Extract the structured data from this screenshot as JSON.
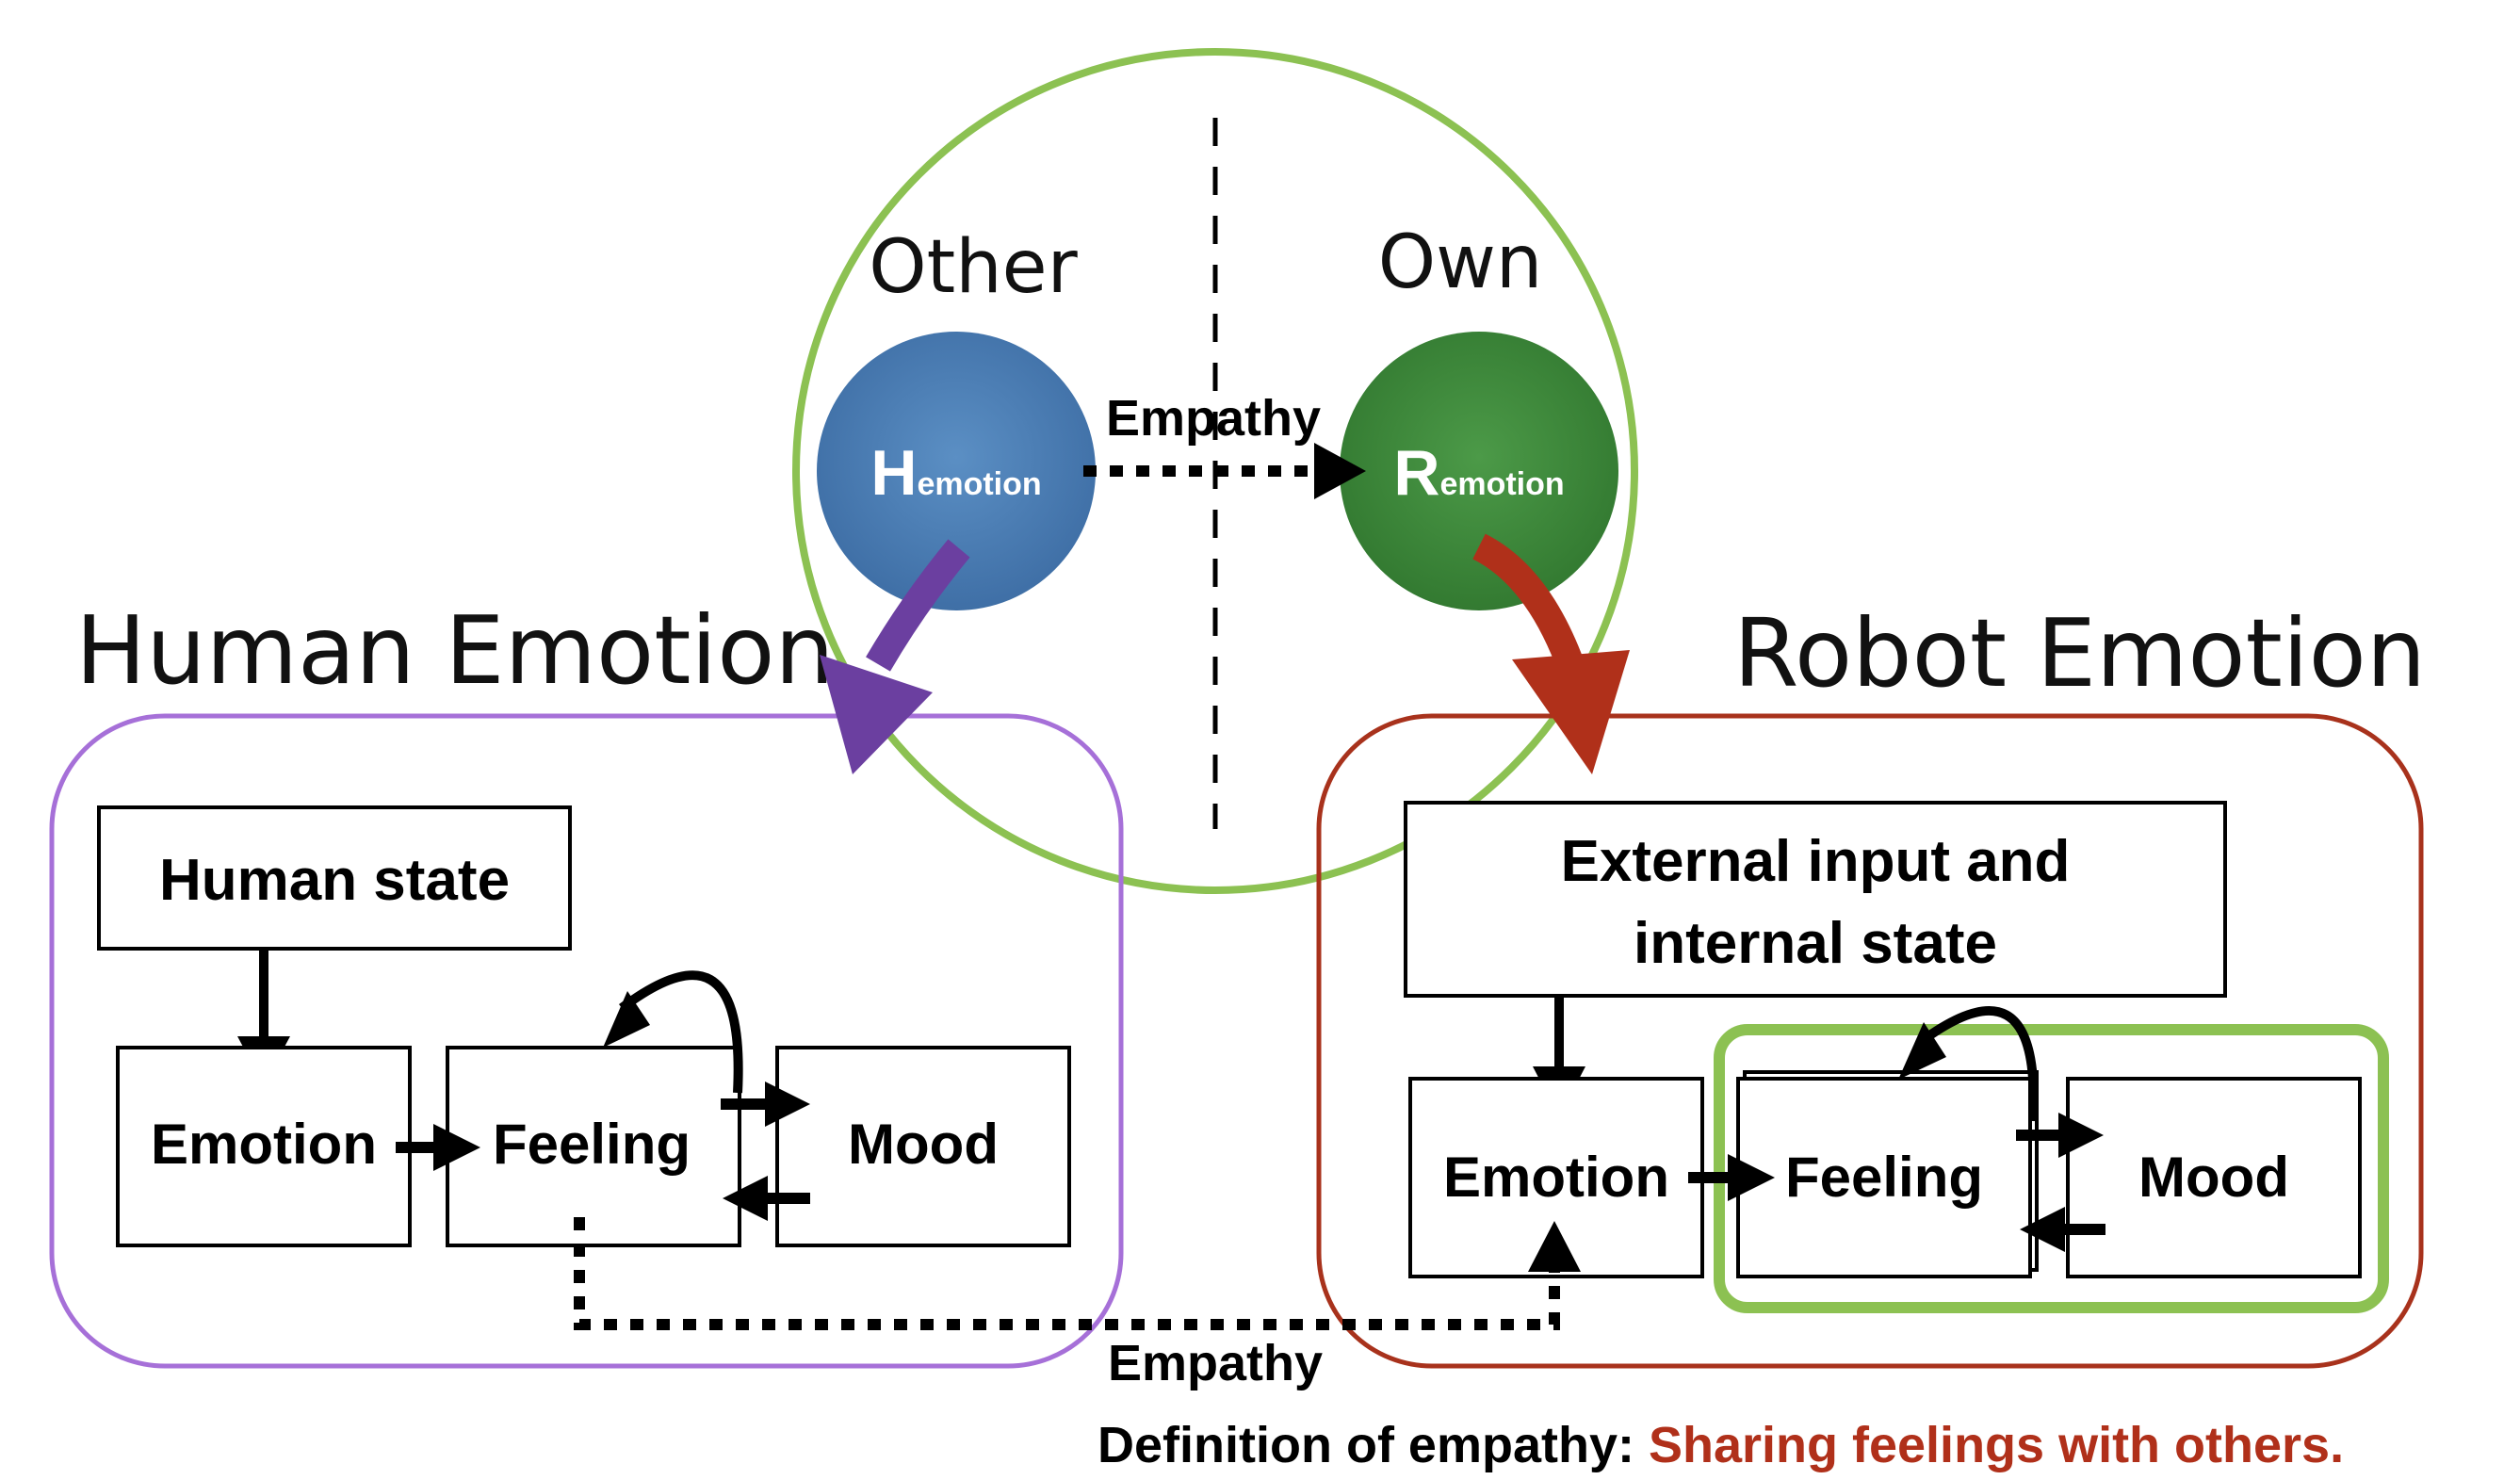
{
  "top": {
    "other_label": "Other",
    "own_label": "Own",
    "human_node": {
      "letter": "H",
      "sub": "emotion"
    },
    "robot_node": {
      "letter": "R",
      "sub": "emotion"
    },
    "empathy_top": "Empathy"
  },
  "human_panel": {
    "title": "Human Emotion",
    "state_label": "Human state",
    "emotion_label": "Emotion",
    "feeling_label": "Feeling",
    "mood_label": "Mood"
  },
  "robot_panel": {
    "title": "Robot Emotion",
    "input_line1": "External input and",
    "input_line2": "internal state",
    "emotion_label": "Emotion",
    "feeling_label": "Feeling",
    "mood_label": "Mood"
  },
  "empathy_bottom": "Empathy",
  "definition": {
    "prefix": "Definition of empathy: ",
    "text": "Sharing feelings with others."
  },
  "colors": {
    "green_circle": "#8cc152",
    "human_node": "#4a7eb5",
    "robot_node": "#3c8a3a",
    "human_panel": "#a670d8",
    "robot_panel": "#a8321c",
    "purple_arrow": "#6b3fa0",
    "red_arrow": "#b0301a",
    "definition_red": "#b0301a"
  }
}
